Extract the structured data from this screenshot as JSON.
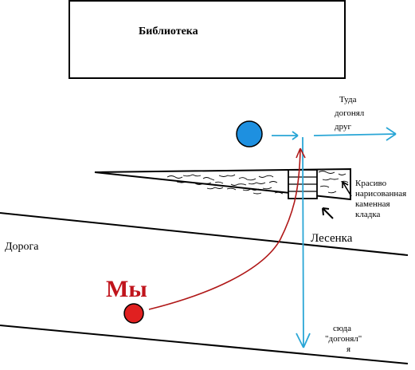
{
  "labels": {
    "library": "Библиотека",
    "there_caught_up": [
      "Туда",
      "догонял",
      "друг"
    ],
    "road": "Дорога",
    "we": "Мы",
    "stairs": "Лесенка",
    "stonework": [
      "Красиво",
      "нарисованная",
      "каменная",
      "кладка"
    ],
    "here_caught_up": [
      "сюда",
      "\"догонял\"",
      "я"
    ]
  },
  "colors": {
    "friend_dot": "#1e90e0",
    "we_dot": "#e02020",
    "we_text": "#c0141c",
    "red_path": "#b01818",
    "blue_arrow": "#2aa6d6",
    "ink": "#000000"
  }
}
